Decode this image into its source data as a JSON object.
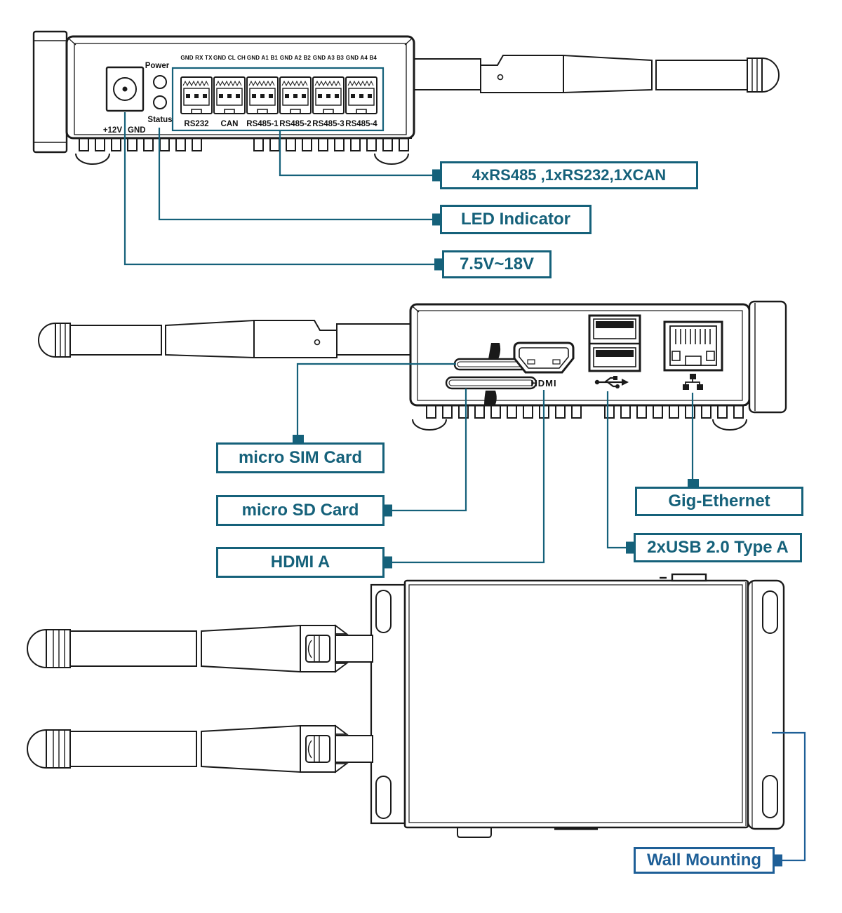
{
  "colors": {
    "callout_teal": "#15617A",
    "callout_blue": "#1E5F97",
    "line_art": "#1a1a1a"
  },
  "front_view": {
    "power_led_label": "Power",
    "status_led_label": "Status",
    "jack_label_plus": "+12V",
    "jack_label_gnd": "GND",
    "pin_groups": [
      "GND RX TX",
      "GND CL CH",
      "GND A1 B1",
      "GND A2 B2",
      "GND A3 B3",
      "GND A4 B4"
    ],
    "port_labels": [
      "RS232",
      "CAN",
      "RS485-1",
      "RS485-2",
      "RS485-3",
      "RS485-4"
    ]
  },
  "rear_view": {
    "hdmi_logo": "HDMI"
  },
  "callouts": {
    "serial": {
      "text": "4xRS485 ,1xRS232,1XCAN"
    },
    "led": {
      "text": "LED Indicator"
    },
    "power": {
      "text": "7.5V~18V"
    },
    "sim": {
      "text": "micro SIM Card"
    },
    "sd": {
      "text": "micro SD Card"
    },
    "hdmi": {
      "text": "HDMI A"
    },
    "ethernet": {
      "text": "Gig-Ethernet"
    },
    "usb": {
      "text": "2xUSB 2.0 Type A"
    },
    "wall": {
      "text": "Wall Mounting"
    }
  }
}
